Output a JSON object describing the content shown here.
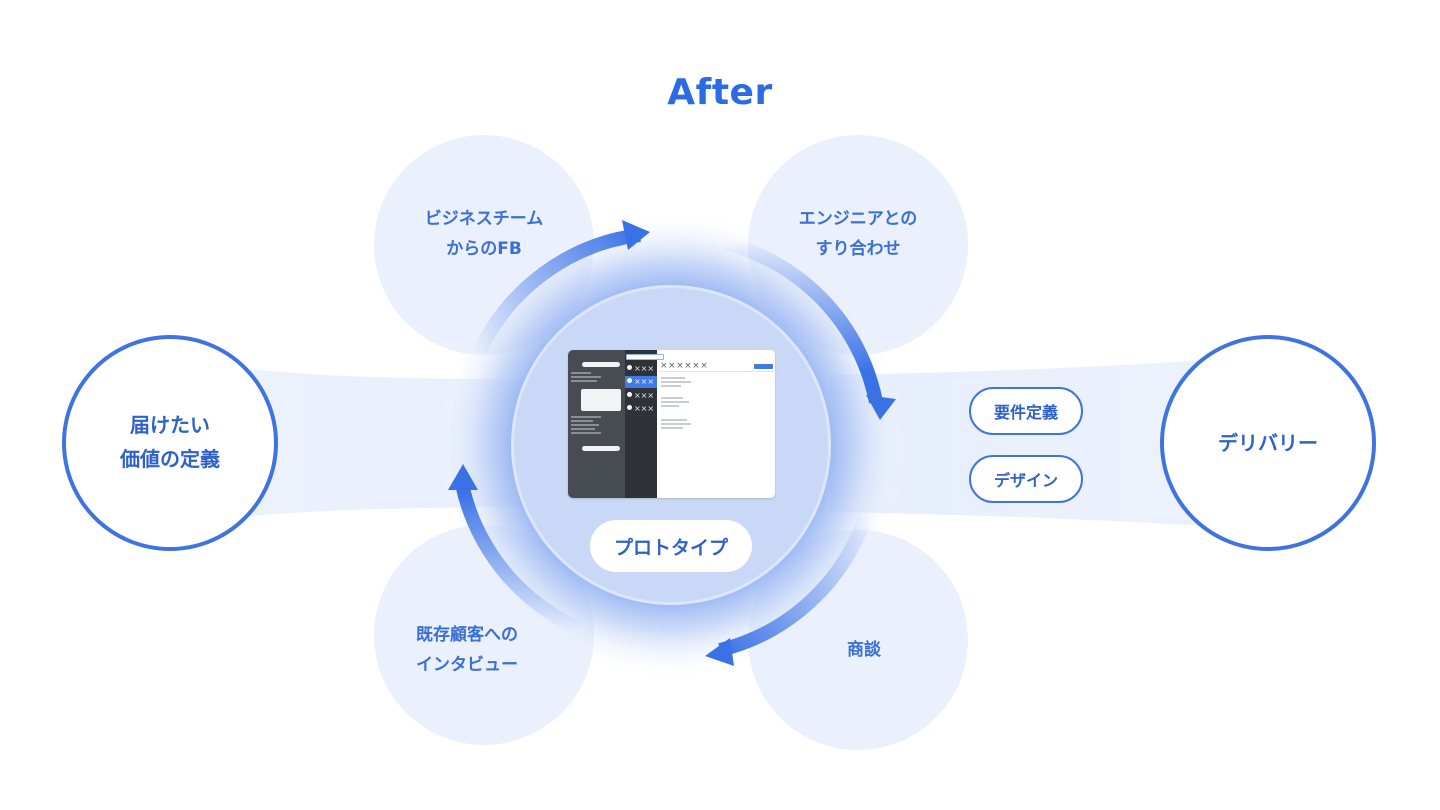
{
  "title": "After",
  "center": {
    "label": "プロトタイプ",
    "mockup": {
      "header_text": "××××××",
      "list_items": [
        "×××",
        "×××",
        "×××",
        "×××"
      ],
      "selected_index": 1
    }
  },
  "satellites": {
    "top_left": {
      "lines": [
        "ビジネスチーム",
        "からのFB"
      ]
    },
    "top_right": {
      "lines": [
        "エンジニアとの",
        "すり合わせ"
      ]
    },
    "bottom_left": {
      "lines": [
        "既存顧客への",
        "インタビュー"
      ]
    },
    "bottom_right": {
      "lines": [
        "商談"
      ]
    }
  },
  "input_node": {
    "lines": [
      "届けたい",
      "価値の定義"
    ]
  },
  "output_node": {
    "lines": [
      "デリバリー"
    ]
  },
  "output_steps": [
    "要件定義",
    "デザイン"
  ],
  "colors": {
    "accent": "#2d6be4",
    "ring": "#3f74e0",
    "satellite_fill": "#eaf0fc",
    "center_fill": "#c9d8f7",
    "mock_sidebar": "#474b52",
    "mock_list": "#2f3237",
    "mock_selected": "#3f7be6"
  }
}
